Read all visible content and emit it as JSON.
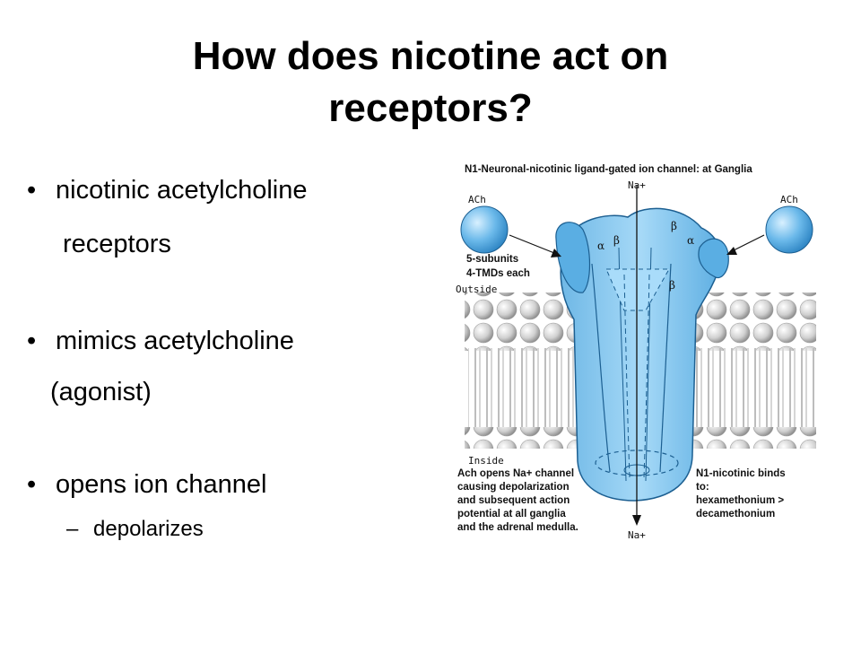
{
  "slide": {
    "title_line1": "How does nicotine act on",
    "title_line2": "receptors?",
    "bullets": [
      {
        "line1": "nicotinic acetylcholine",
        "line2": "receptors"
      },
      {
        "line1": "mimics acetylcholine",
        "line2": "(agonist)"
      },
      {
        "line1": "opens ion channel",
        "sub": "depolarizes"
      }
    ],
    "bullet_glyph": "•",
    "dash_glyph": "–"
  },
  "figure": {
    "heading": "N1-Neuronal-nicotinic ligand-gated ion channel: at Ganglia",
    "na_top": "Na+",
    "na_bottom": "Na+",
    "ach_left": "ACh",
    "ach_right": "ACh",
    "subunits_line1": "5-subunits",
    "subunits_line2": "4-TMDs each",
    "outside": "Outside",
    "inside": "Inside",
    "alpha": "α",
    "beta": "β",
    "left_note": [
      "Ach opens Na+ channel",
      "causing depolarization",
      "and subsequent action",
      "potential at all ganglia",
      "and the adrenal medulla."
    ],
    "right_note": [
      "N1-nicotinic binds",
      "to:",
      "hexamethonium >",
      "decamethonium"
    ],
    "colors": {
      "receptor": "#7cc4ee",
      "receptor_dark": "#2f86c4",
      "lipid": "#d4d4d4"
    }
  }
}
